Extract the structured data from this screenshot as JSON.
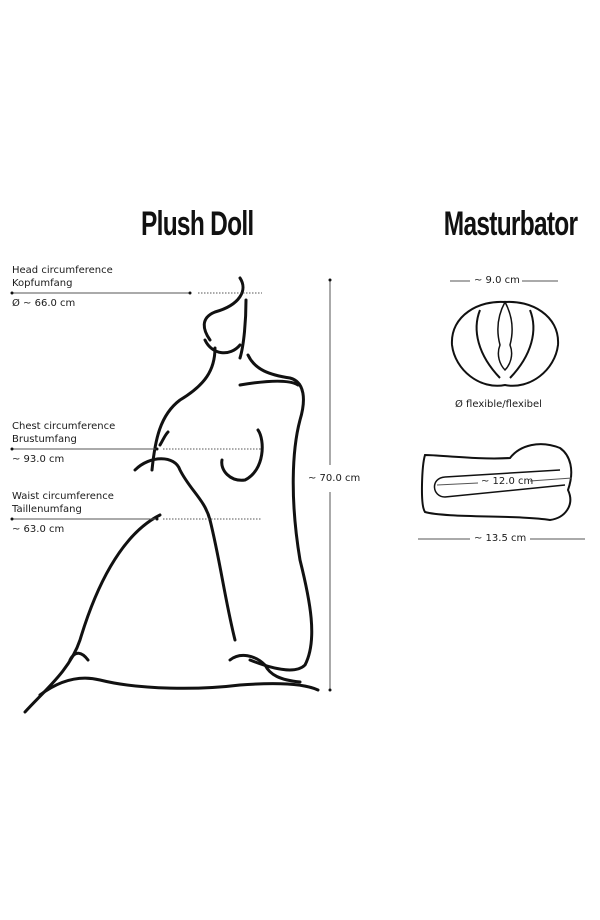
{
  "plush_doll": {
    "title": "Plush Doll",
    "head": {
      "label_en": "Head circumference",
      "label_de": "Kopfumfang",
      "value": "Ø ~ 66.0 cm"
    },
    "chest": {
      "label_en": "Chest circumference",
      "label_de": "Brustumfang",
      "value": "~ 93.0 cm"
    },
    "waist": {
      "label_en": "Waist circumference",
      "label_de": "Taillenumfang",
      "value": "~ 63.0 cm"
    },
    "height": "~ 70.0 cm"
  },
  "masturbator": {
    "title": "Masturbator",
    "width": "~ 9.0 cm",
    "opening": "Ø flexible/flexibel",
    "inner_length": "~ 12.0 cm",
    "length": "~ 13.5 cm"
  },
  "colors": {
    "line": "#111111",
    "guide": "#555555"
  }
}
